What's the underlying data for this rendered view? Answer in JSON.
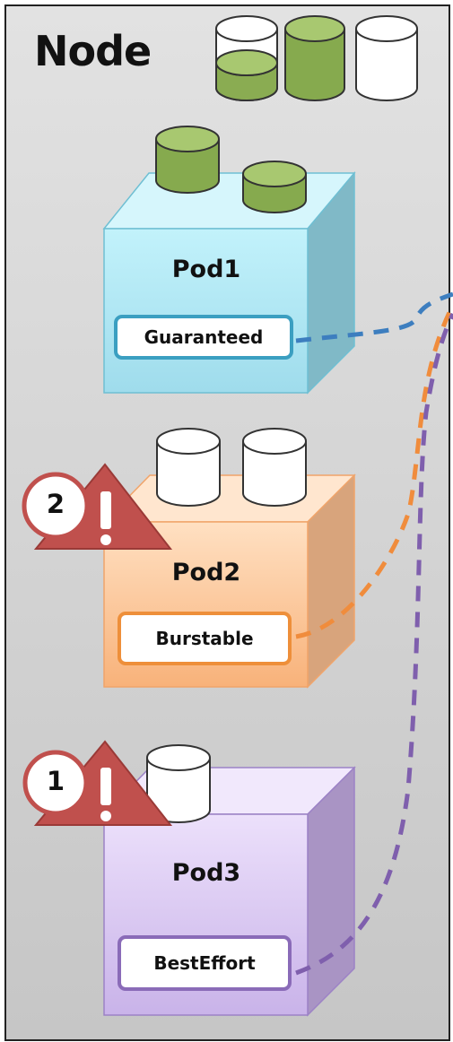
{
  "node": {
    "title": "Node"
  },
  "pods": [
    {
      "name": "Pod1",
      "qos": "Guaranteed",
      "color": "#a6e3ef",
      "accent": "#3b9fc1",
      "line": "#3d7ebf"
    },
    {
      "name": "Pod2",
      "qos": "Burstable",
      "color": "#fdc79b",
      "accent": "#ee8f3a",
      "line": "#f08c3c"
    },
    {
      "name": "Pod3",
      "qos": "BestEffort",
      "color": "#dccbf2",
      "accent": "#8a6bb8",
      "line": "#7f5fad"
    }
  ],
  "warnings": [
    {
      "number": "2"
    },
    {
      "number": "1"
    }
  ]
}
